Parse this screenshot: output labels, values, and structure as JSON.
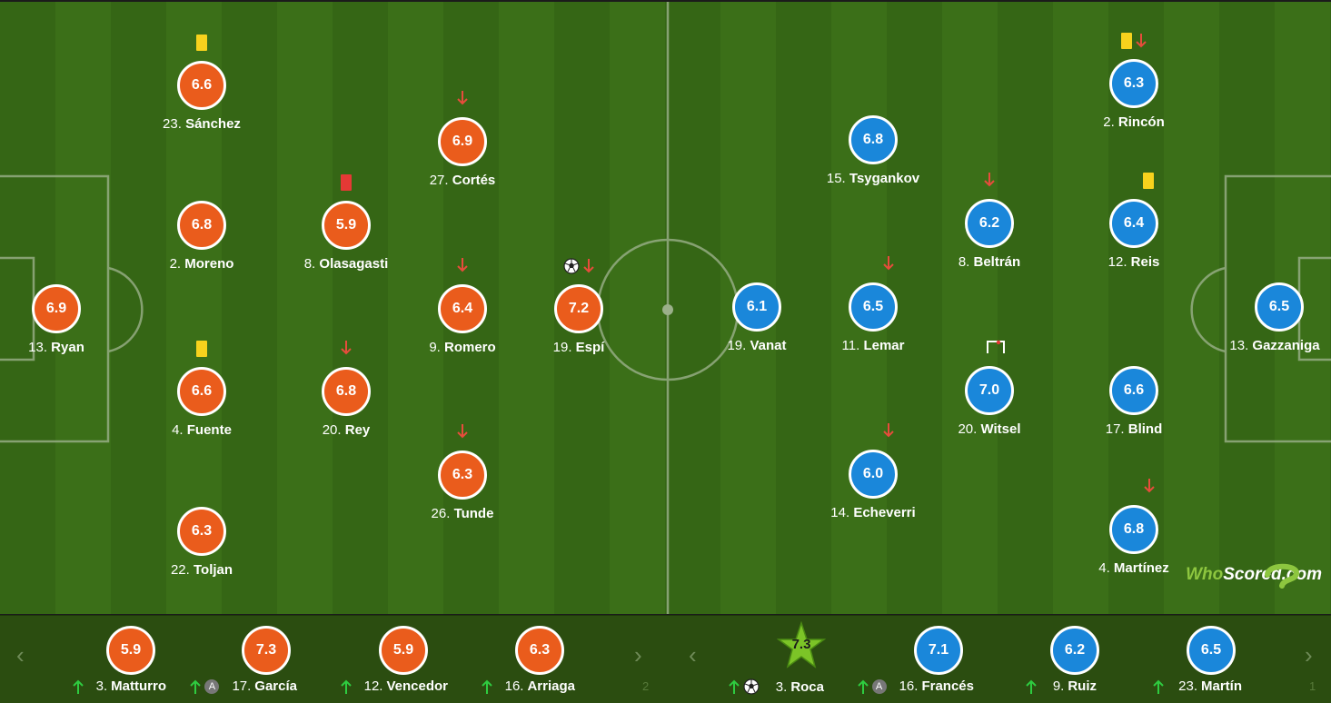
{
  "home_starters": [
    {
      "number": "23.",
      "name": "Sánchez",
      "rating": "6.6",
      "events": [
        "yellow-card"
      ]
    },
    {
      "number": "27.",
      "name": "Cortés",
      "rating": "6.9",
      "events": [
        "sub-off"
      ]
    },
    {
      "number": "2.",
      "name": "Moreno",
      "rating": "6.8",
      "events": []
    },
    {
      "number": "8.",
      "name": "Olasagasti",
      "rating": "5.9",
      "events": [
        "red-card"
      ]
    },
    {
      "number": "9.",
      "name": "Romero",
      "rating": "6.4",
      "events": [
        "sub-off"
      ]
    },
    {
      "number": "19.",
      "name": "Espí",
      "rating": "7.2",
      "events": [
        "goal",
        "sub-off"
      ]
    },
    {
      "number": "13.",
      "name": "Ryan",
      "rating": "6.9",
      "events": []
    },
    {
      "number": "4.",
      "name": "Fuente",
      "rating": "6.6",
      "events": [
        "yellow-card"
      ]
    },
    {
      "number": "20.",
      "name": "Rey",
      "rating": "6.8",
      "events": [
        "sub-off"
      ]
    },
    {
      "number": "26.",
      "name": "Tunde",
      "rating": "6.3",
      "events": [
        "sub-off"
      ]
    },
    {
      "number": "22.",
      "name": "Toljan",
      "rating": "6.3",
      "events": []
    }
  ],
  "away_starters": [
    {
      "number": "2.",
      "name": "Rincón",
      "rating": "6.3",
      "events": [
        "yellow-card",
        "sub-off"
      ]
    },
    {
      "number": "15.",
      "name": "Tsygankov",
      "rating": "6.8",
      "events": []
    },
    {
      "number": "8.",
      "name": "Beltrán",
      "rating": "6.2",
      "events": [
        "sub-off"
      ]
    },
    {
      "number": "12.",
      "name": "Reis",
      "rating": "6.4",
      "events": [
        "yellow-card"
      ]
    },
    {
      "number": "19.",
      "name": "Vanat",
      "rating": "6.1",
      "events": []
    },
    {
      "number": "11.",
      "name": "Lemar",
      "rating": "6.5",
      "events": [
        "sub-off"
      ]
    },
    {
      "number": "13.",
      "name": "Gazzaniga",
      "rating": "6.5",
      "events": []
    },
    {
      "number": "20.",
      "name": "Witsel",
      "rating": "7.0",
      "events": [
        "shot-on-post"
      ]
    },
    {
      "number": "17.",
      "name": "Blind",
      "rating": "6.6",
      "events": []
    },
    {
      "number": "14.",
      "name": "Echeverri",
      "rating": "6.0",
      "events": [
        "sub-off"
      ]
    },
    {
      "number": "4.",
      "name": "Martínez",
      "rating": "6.8",
      "events": [
        "sub-off"
      ]
    }
  ],
  "home_subs": [
    {
      "number": "3.",
      "name": "Matturro",
      "rating": "5.9",
      "events": [
        "sub-on"
      ]
    },
    {
      "number": "17.",
      "name": "García",
      "rating": "7.3",
      "events": [
        "sub-on",
        "assist"
      ]
    },
    {
      "number": "12.",
      "name": "Vencedor",
      "rating": "5.9",
      "events": [
        "sub-on"
      ]
    },
    {
      "number": "16.",
      "name": "Arriaga",
      "rating": "6.3",
      "events": [
        "sub-on"
      ]
    }
  ],
  "away_subs": [
    {
      "number": "3.",
      "name": "Roca",
      "rating": "7.3",
      "events": [
        "sub-on",
        "goal"
      ],
      "man_of_match": true
    },
    {
      "number": "16.",
      "name": "Francés",
      "rating": "7.1",
      "events": [
        "sub-on",
        "assist"
      ]
    },
    {
      "number": "9.",
      "name": "Ruiz",
      "rating": "6.2",
      "events": [
        "sub-on"
      ]
    },
    {
      "number": "23.",
      "name": "Martín",
      "rating": "6.5",
      "events": [
        "sub-on"
      ]
    }
  ],
  "bench_ghost_numbers": {
    "home": "2",
    "away": "1"
  },
  "logo": {
    "who": "Who",
    "scored": "Scored.com"
  },
  "icons": {
    "assist": "A"
  },
  "colors": {
    "home": "#ea5c1c",
    "away": "#1a87da",
    "pitch": "#356615",
    "yellow_card": "#f7d21d",
    "red_card": "#e53935",
    "sub_on": "#2ecc40",
    "sub_off": "#e74c3c",
    "man_of_match": "#7cc427"
  }
}
